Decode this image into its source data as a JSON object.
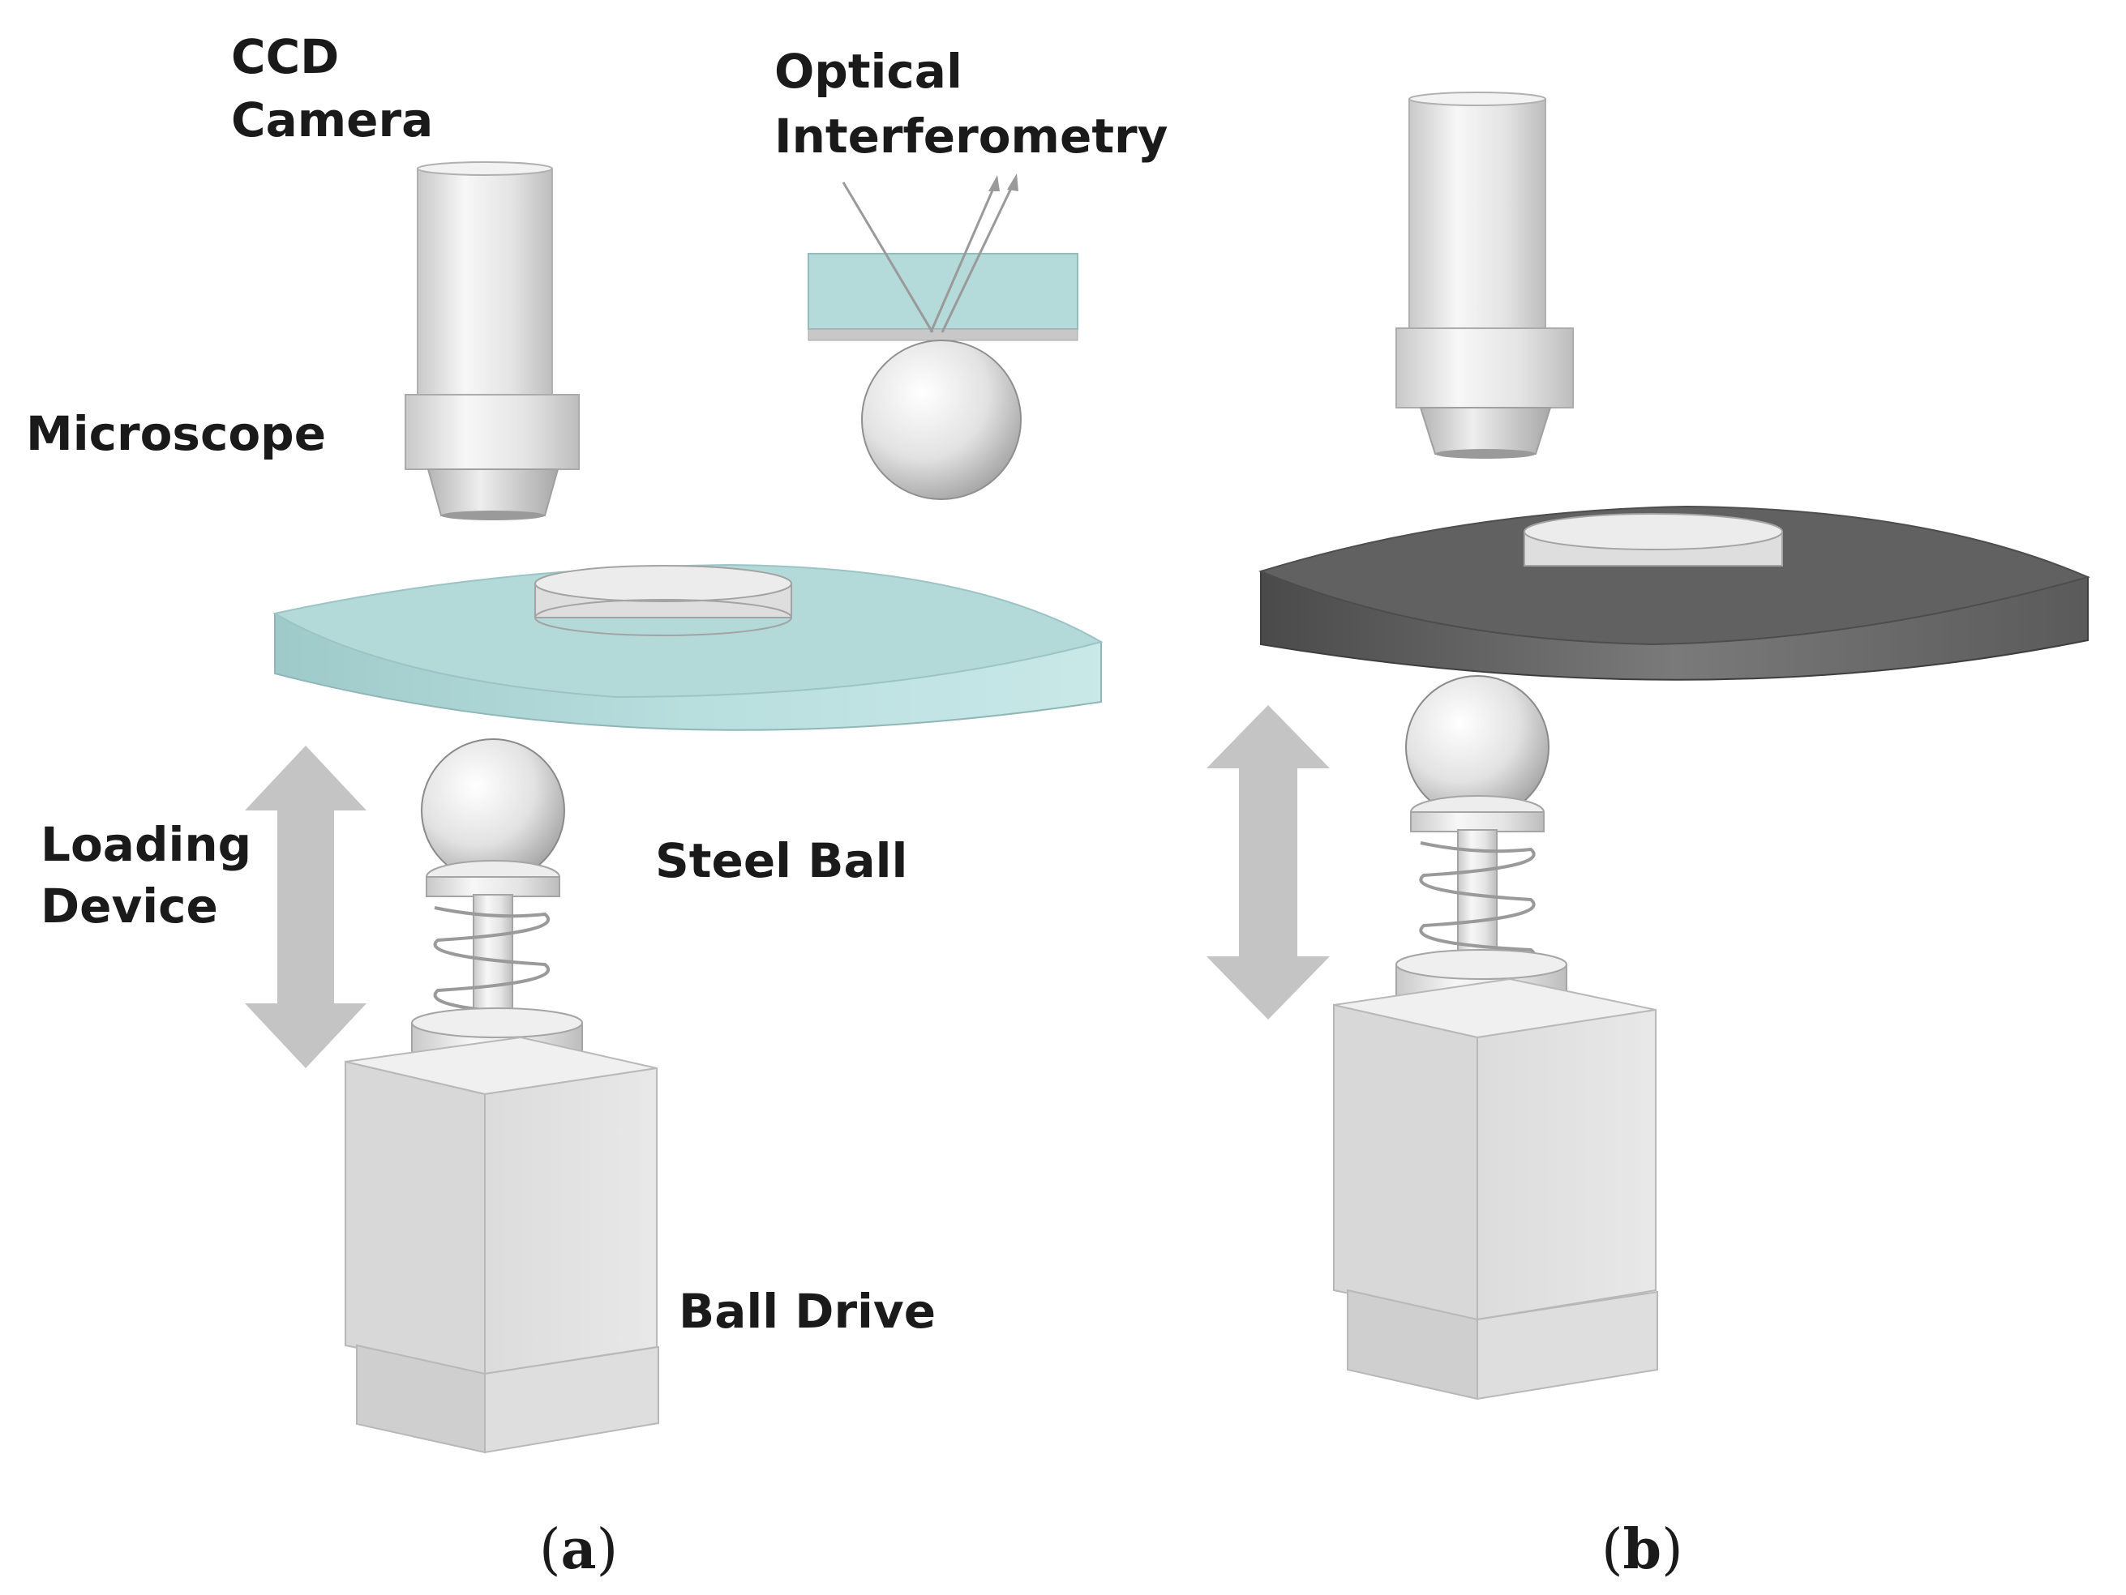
{
  "labels": {
    "ccd_camera_line1": "CCD",
    "ccd_camera_line2": "Camera",
    "optical_line1": "Optical",
    "optical_line2": "Interferometry",
    "microscope": "Microscope",
    "loading_line1": "Loading",
    "loading_line2": "Device",
    "steel_ball": "Steel Ball",
    "ball_drive": "Ball Drive"
  },
  "captions": {
    "a_open": "(",
    "a_letter": "a",
    "a_close": ")",
    "b_open": "(",
    "b_letter": "b",
    "b_close": ")"
  },
  "colors": {
    "glass_disc": "#b6dcdc",
    "steel_disc": "#6e6e6e",
    "arrow": "#c4c4c4",
    "part": "#e6e6e6"
  }
}
